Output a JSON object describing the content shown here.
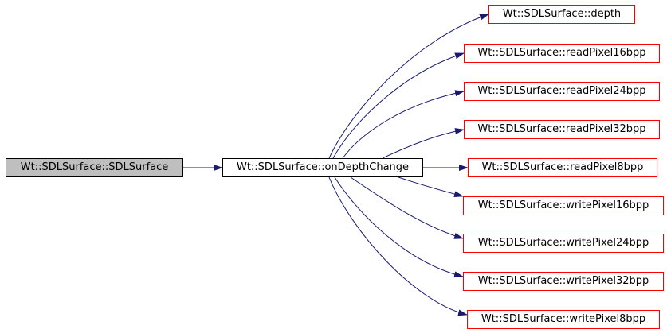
{
  "graph": {
    "root": {
      "label": "Wt::SDLSurface::SDLSurface"
    },
    "hub": {
      "label": "Wt::SDLSurface::onDepthChange"
    },
    "leaves": [
      {
        "label": "Wt::SDLSurface::depth"
      },
      {
        "label": "Wt::SDLSurface::readPixel16bpp"
      },
      {
        "label": "Wt::SDLSurface::readPixel24bpp"
      },
      {
        "label": "Wt::SDLSurface::readPixel32bpp"
      },
      {
        "label": "Wt::SDLSurface::readPixel8bpp"
      },
      {
        "label": "Wt::SDLSurface::writePixel16bpp"
      },
      {
        "label": "Wt::SDLSurface::writePixel24bpp"
      },
      {
        "label": "Wt::SDLSurface::writePixel32bpp"
      },
      {
        "label": "Wt::SDLSurface::writePixel8bpp"
      }
    ],
    "edges": [
      {
        "from": "root",
        "to": "hub"
      },
      {
        "from": "hub",
        "to": "leaf-0"
      },
      {
        "from": "hub",
        "to": "leaf-1"
      },
      {
        "from": "hub",
        "to": "leaf-2"
      },
      {
        "from": "hub",
        "to": "leaf-3"
      },
      {
        "from": "hub",
        "to": "leaf-4"
      },
      {
        "from": "hub",
        "to": "leaf-5"
      },
      {
        "from": "hub",
        "to": "leaf-6"
      },
      {
        "from": "hub",
        "to": "leaf-7"
      },
      {
        "from": "hub",
        "to": "leaf-8"
      }
    ],
    "colors": {
      "root_fill": "#bfbfbf",
      "hub_border": "#000000",
      "leaf_border": "#ff0000",
      "edge": "#191970"
    }
  }
}
